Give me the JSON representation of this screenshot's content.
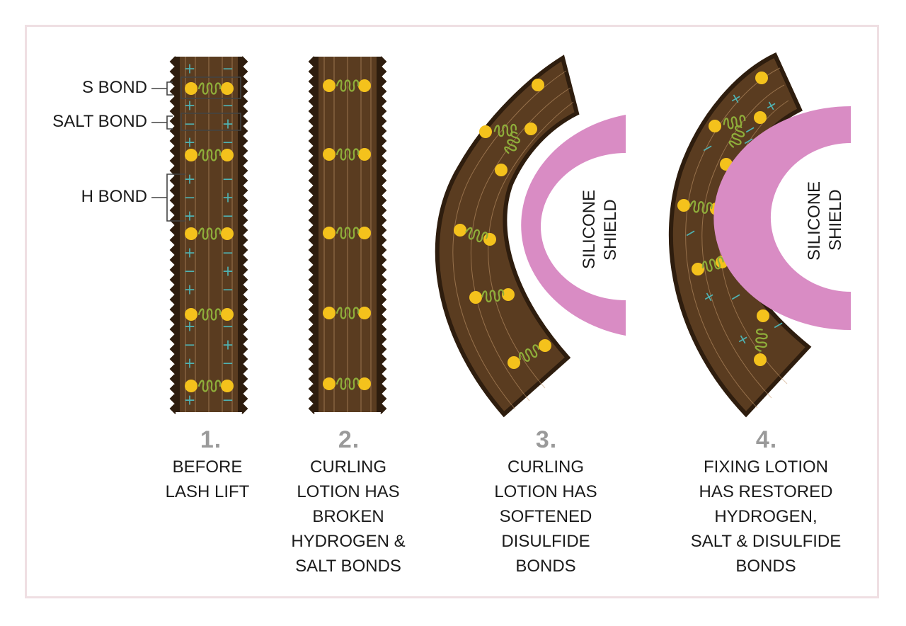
{
  "labels": {
    "s_bond": "S BOND",
    "salt_bond": "SALT BOND",
    "h_bond": "H BOND"
  },
  "shield_label": [
    "SILICONE",
    "SHIELD"
  ],
  "steps": [
    {
      "number": "1.",
      "caption": [
        "BEFORE",
        "LASH LIFT"
      ]
    },
    {
      "number": "2.",
      "caption": [
        "CURLING",
        "LOTION HAS",
        "BROKEN",
        "HYDROGEN &",
        "SALT BONDS"
      ]
    },
    {
      "number": "3.",
      "caption": [
        "CURLING",
        "LOTION HAS",
        "SOFTENED",
        "DISULFIDE",
        "BONDS"
      ]
    },
    {
      "number": "4.",
      "caption": [
        "FIXING LOTION",
        "HAS RESTORED",
        "HYDROGEN,",
        "SALT & DISULFIDE",
        "BONDS"
      ]
    }
  ],
  "colors": {
    "lash": "#5a3c20",
    "lash_edge": "#2e1d0e",
    "lash_stripe": "#c79b6e",
    "bond_dot": "#f4c21c",
    "s_bond_coil": "#8fae3a",
    "charge": "#4fb3b3",
    "shield": "#d98cc4",
    "frame": "#efdfe3"
  }
}
